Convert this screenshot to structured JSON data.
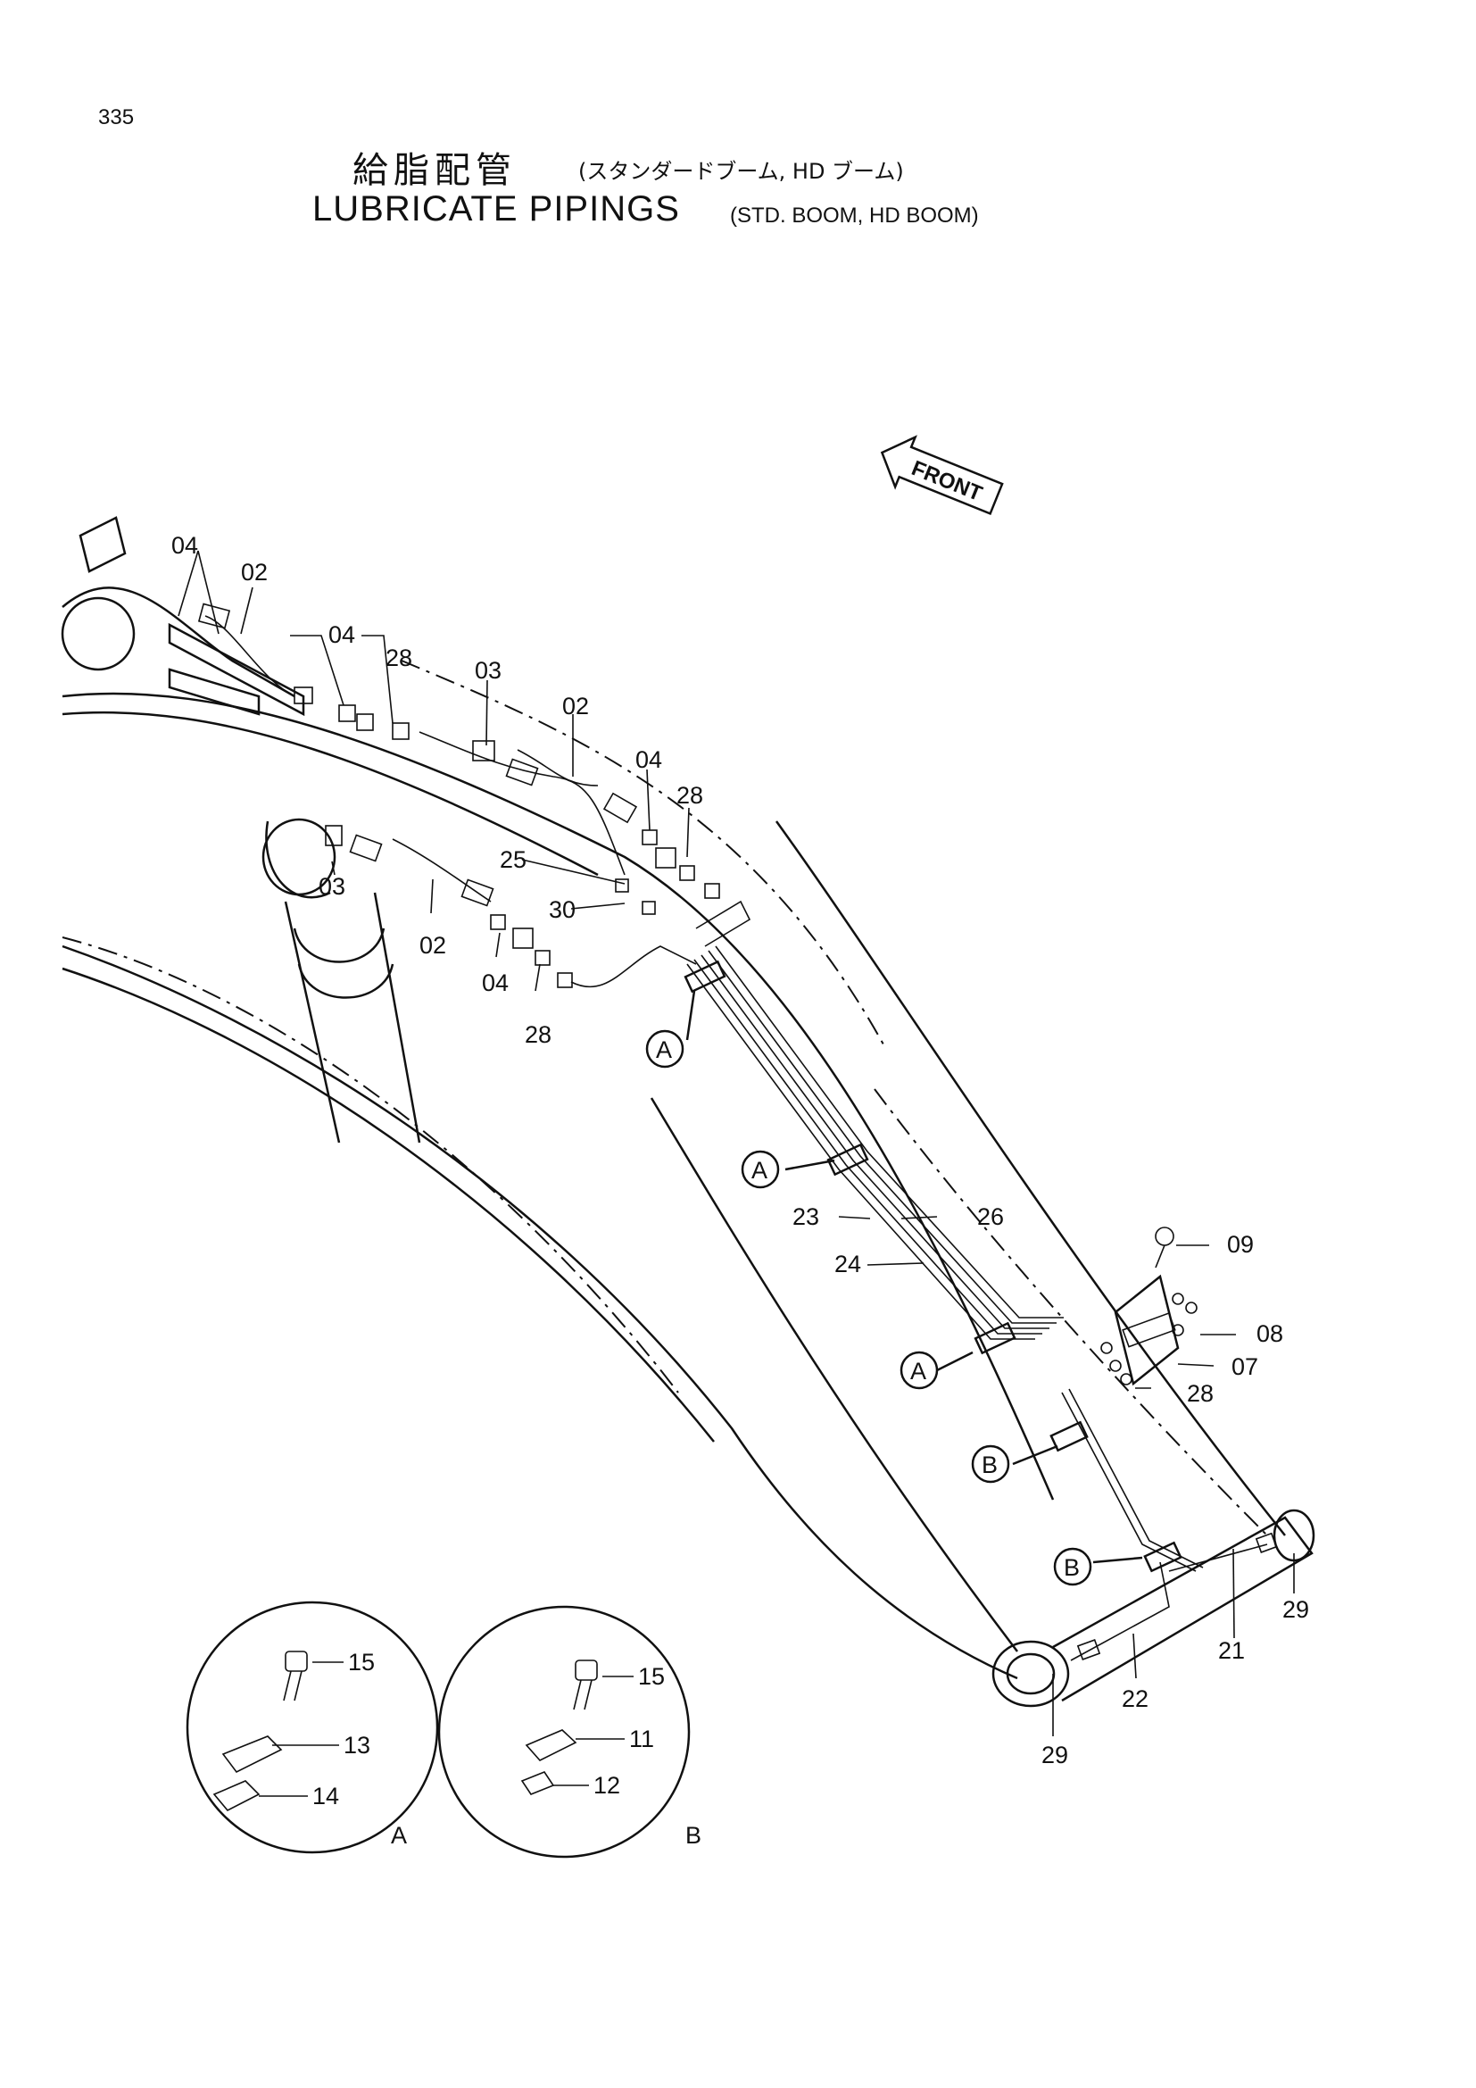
{
  "page_number": "335",
  "title": {
    "japanese": "給脂配管",
    "japanese_sub": "(スタンダードブーム, HD ブーム)",
    "english": "LUBRICATE PIPINGS",
    "english_sub": "(STD. BOOM, HD BOOM)"
  },
  "front_label": "FRONT",
  "callouts": {
    "c04a": "04",
    "c02a": "02",
    "c04b": "04",
    "c28a": "28",
    "c03a": "03",
    "c02b": "02",
    "c04c": "04",
    "c28b": "28",
    "c25": "25",
    "c30": "30",
    "c03b": "03",
    "c02c": "02",
    "c04d": "04",
    "c28c": "28",
    "c23": "23",
    "c26": "26",
    "c24": "24",
    "c09": "09",
    "c08": "08",
    "c07": "07",
    "c28d": "28",
    "c29a": "29",
    "c21": "21",
    "c22": "22",
    "c29b": "29",
    "c15a": "15",
    "c13": "13",
    "c14": "14",
    "c15b": "15",
    "c11": "11",
    "c12": "12"
  },
  "section_markers": {
    "a1": "A",
    "a2": "A",
    "a3": "A",
    "b1": "B",
    "b2": "B"
  },
  "detail_views": {
    "view_a": "A",
    "view_b": "B"
  }
}
